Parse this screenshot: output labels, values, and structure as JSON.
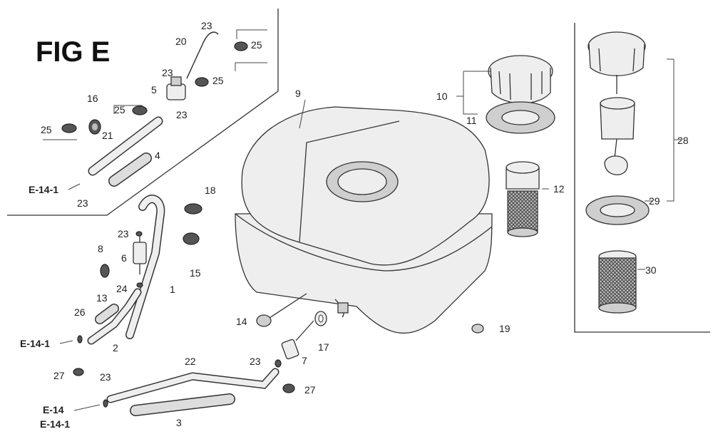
{
  "figure": {
    "title": "FIG E"
  },
  "callouts": [
    {
      "id": "c1",
      "label": "1"
    },
    {
      "id": "c2",
      "label": "2"
    },
    {
      "id": "c3",
      "label": "3"
    },
    {
      "id": "c4",
      "label": "4"
    },
    {
      "id": "c5",
      "label": "5"
    },
    {
      "id": "c6",
      "label": "6"
    },
    {
      "id": "c7",
      "label": "7"
    },
    {
      "id": "c8",
      "label": "8"
    },
    {
      "id": "c9",
      "label": "9"
    },
    {
      "id": "c10",
      "label": "10"
    },
    {
      "id": "c11",
      "label": "11"
    },
    {
      "id": "c12",
      "label": "12"
    },
    {
      "id": "c13",
      "label": "13"
    },
    {
      "id": "c14",
      "label": "14"
    },
    {
      "id": "c15",
      "label": "15"
    },
    {
      "id": "c16",
      "label": "16"
    },
    {
      "id": "c17",
      "label": "17"
    },
    {
      "id": "c18",
      "label": "18"
    },
    {
      "id": "c19",
      "label": "19"
    },
    {
      "id": "c20",
      "label": "20"
    },
    {
      "id": "c21",
      "label": "21"
    },
    {
      "id": "c22",
      "label": "22"
    },
    {
      "id": "c23a",
      "label": "23"
    },
    {
      "id": "c23b",
      "label": "23"
    },
    {
      "id": "c23c",
      "label": "23"
    },
    {
      "id": "c23d",
      "label": "23"
    },
    {
      "id": "c23e",
      "label": "23"
    },
    {
      "id": "c23f",
      "label": "23"
    },
    {
      "id": "c23g",
      "label": "23"
    },
    {
      "id": "c24",
      "label": "24"
    },
    {
      "id": "c25a",
      "label": "25"
    },
    {
      "id": "c25b",
      "label": "25"
    },
    {
      "id": "c25c",
      "label": "25"
    },
    {
      "id": "c25d",
      "label": "25"
    },
    {
      "id": "c26",
      "label": "26"
    },
    {
      "id": "c27a",
      "label": "27"
    },
    {
      "id": "c27b",
      "label": "27"
    },
    {
      "id": "c28",
      "label": "28"
    },
    {
      "id": "c29",
      "label": "29"
    },
    {
      "id": "c30",
      "label": "30"
    }
  ],
  "refs": [
    {
      "id": "r1",
      "label": "E-14-1"
    },
    {
      "id": "r2",
      "label": "E-14-1"
    },
    {
      "id": "r3",
      "label": "E-14"
    },
    {
      "id": "r4",
      "label": "E-14-1"
    }
  ]
}
